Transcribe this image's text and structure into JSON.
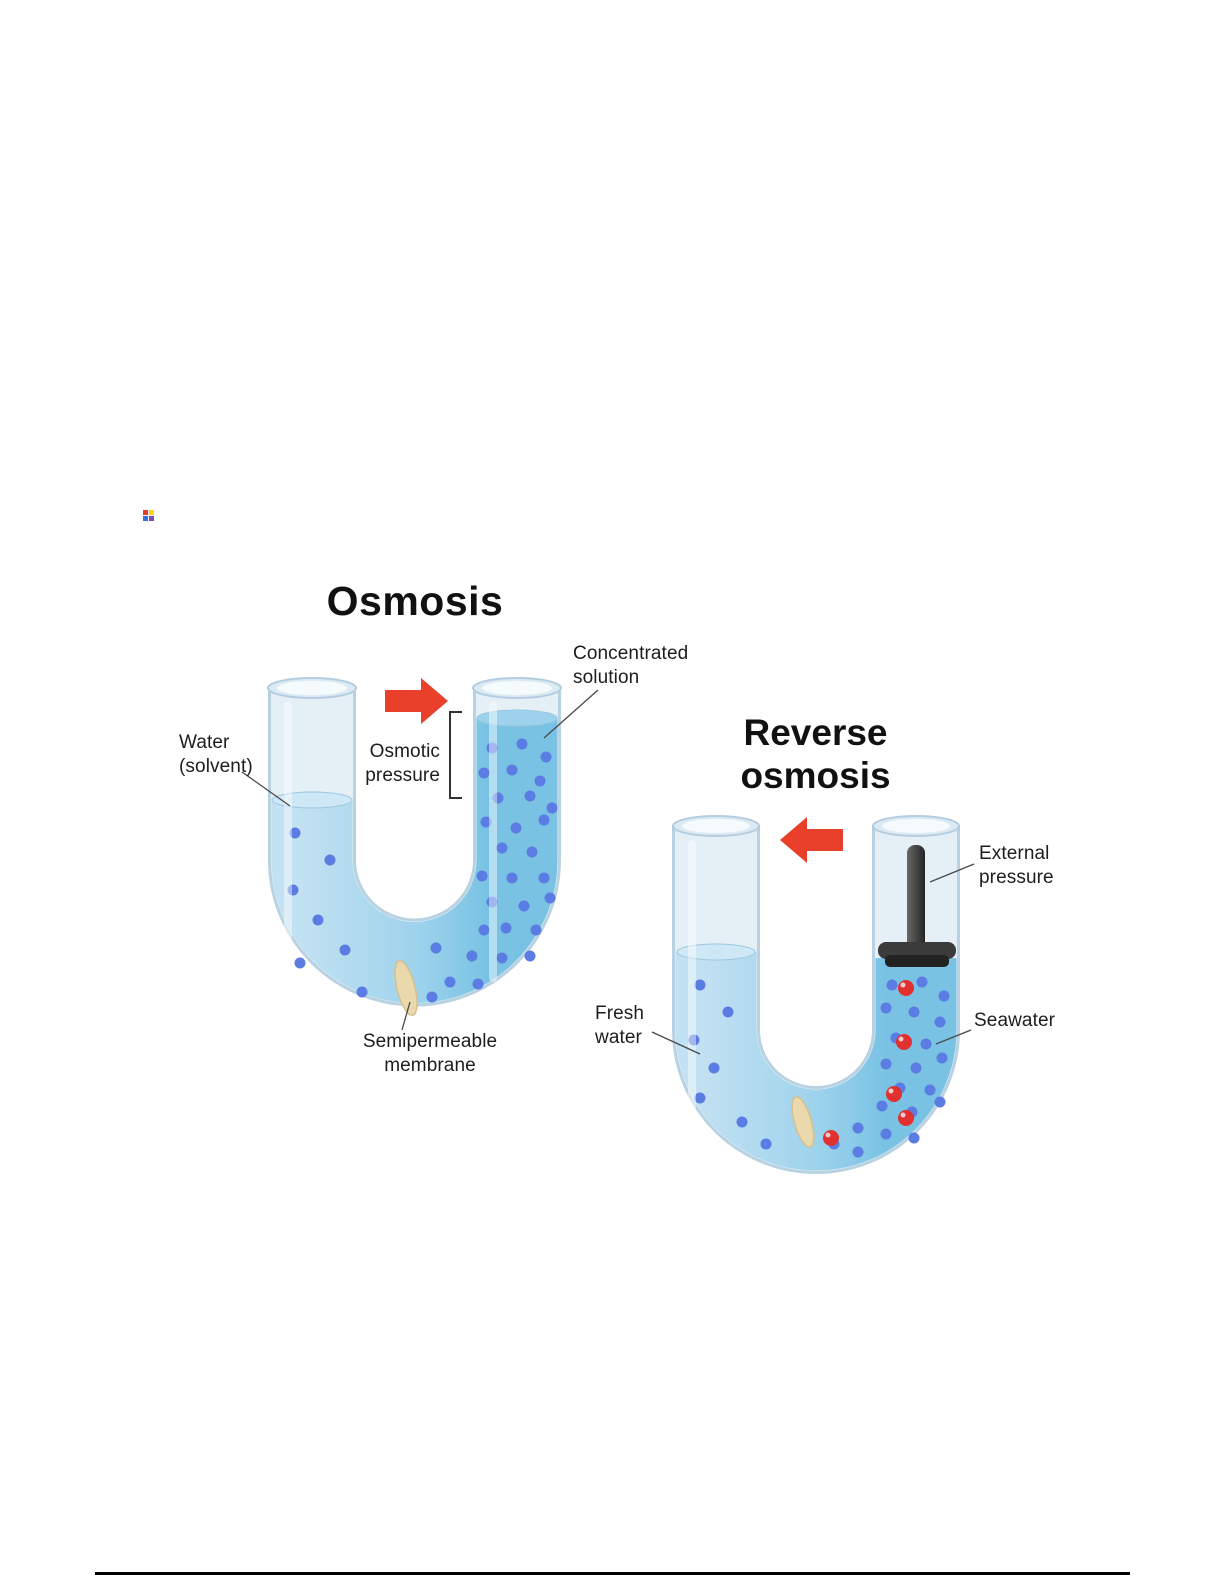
{
  "colors": {
    "arrow": "#e8402a",
    "water_light": "#c2e1f2",
    "water_mid": "#9ed3ec",
    "water_dark": "#79c2e4",
    "particle_blue": "#5b7ce2",
    "particle_red": "#e03030",
    "membrane": "#ead9ad"
  },
  "osmosis_diagram": {
    "title": "Osmosis",
    "labels": {
      "concentrated_solution": "Concentrated\nsolution",
      "water_solvent": "Water\n(solvent)",
      "osmotic_pressure": "Osmotic\npressure",
      "semipermeable_membrane": "Semipermeable\nmembrane"
    }
  },
  "reverse_osmosis_diagram": {
    "title": "Reverse\nosmosis",
    "labels": {
      "external_pressure": "External\npressure",
      "fresh_water": "Fresh\nwater",
      "seawater": "Seawater"
    }
  }
}
